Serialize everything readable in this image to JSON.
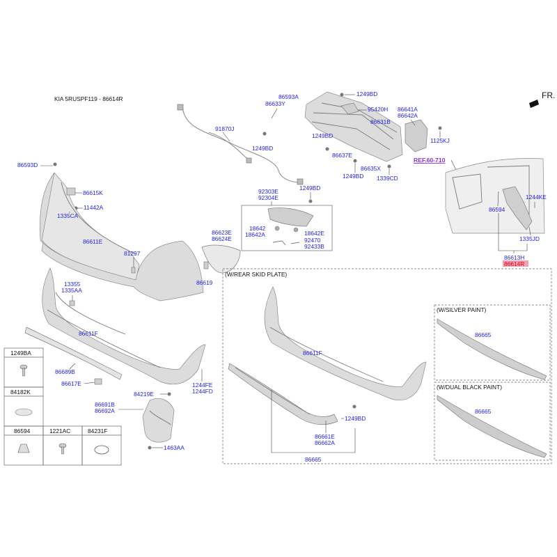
{
  "header": {
    "title": "KIA 5RUSPF119 - 86614R",
    "direction": "FR."
  },
  "reference": "REF.60-710",
  "highlight": "86614R",
  "sections": {
    "skid_plate": "(W/REAR SKID PLATE)",
    "silver_paint": "(W/SILVER PAINT)",
    "dual_black_paint": "(W/DUAL BLACK PAINT)"
  },
  "labels": {
    "l86593A": "86593A",
    "l86633Y": "86633Y",
    "l1249BD_a": "1249BD",
    "l95420H": "95420H",
    "l86641A": "86641A",
    "l86642A": "86642A",
    "l86631B": "86631B",
    "l91870J": "91870J",
    "l1249BD_b": "1249BD",
    "l1249BD_c": "1249BD",
    "l1125KJ": "1125KJ",
    "l86637E": "86637E",
    "l86635X": "86635X",
    "l1249BD_d": "1249BD",
    "l1339CD": "1339CD",
    "l86593D": "86593D",
    "l86615K": "86615K",
    "l11442A": "11442A",
    "l1335CA": "1335CA",
    "l92303E": "92303E",
    "l92304E": "92304E",
    "l1249BD_e": "1249BD",
    "l18642": "18642",
    "l18642A": "18642A",
    "l18642E": "18642E",
    "l92470": "92470",
    "l92433B": "92433B",
    "l86623E": "86623E",
    "l86624E": "86624E",
    "l86611E": "86611E",
    "l81297": "81297",
    "l86619": "86619",
    "l13355": "13355",
    "l1335AA": "1335AA",
    "l86611F_a": "86611F",
    "l86689B": "86689B",
    "l86617E": "86617E",
    "l84219E": "84219E",
    "l86691B": "86691B",
    "l86692A": "86692A",
    "l1244FE": "1244FE",
    "l1244FD": "1244FD",
    "l1463AA": "1463AA",
    "l86594_a": "86594",
    "l1244KE": "1244KE",
    "l1335JD": "1335JD",
    "l86613H": "86613H",
    "l86611F_b": "86611F",
    "l1249BD_f": "1249BD",
    "l86661E": "86661E",
    "l86662A": "86662A",
    "l86665_a": "86665",
    "l86665_b": "86665",
    "l86665_c": "86665"
  },
  "legend": {
    "c1": "1249BA",
    "c2": "84182K",
    "c3": "86594",
    "c4": "1221AC",
    "c5": "84231F"
  }
}
